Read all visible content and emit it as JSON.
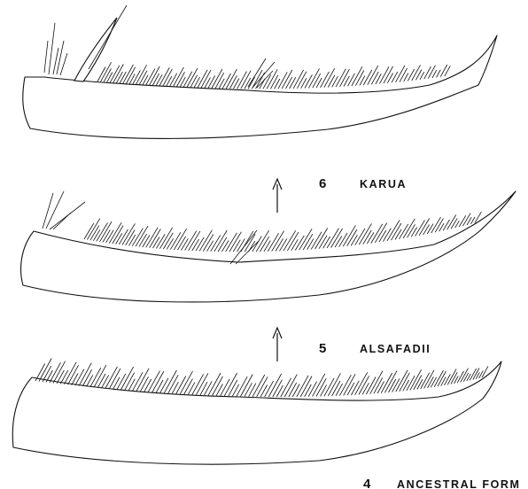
{
  "figures": [
    {
      "number": "6",
      "name": "KARUA"
    },
    {
      "number": "5",
      "name": "ALSAFADII"
    },
    {
      "number": "4",
      "name": "ANCESTRAL FORM"
    }
  ],
  "arrow_icon": "up-arrow-icon"
}
